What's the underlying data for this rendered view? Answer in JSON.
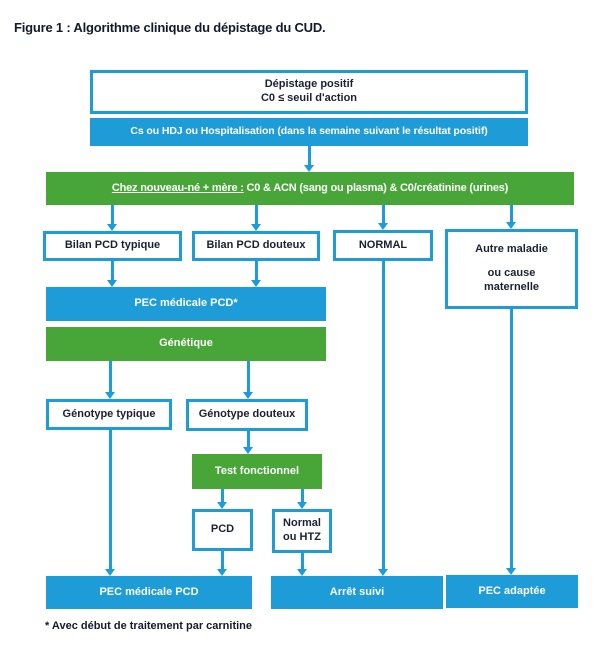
{
  "figure": {
    "title": "Figure 1 : Algorithme clinique du dépistage du CUD.",
    "footnote": "* Avec début de traitement par carnitine"
  },
  "colors": {
    "accent_blue": "#1e9cd8",
    "accent_green": "#48a639",
    "text_dark": "#1b2130"
  },
  "nodes": {
    "screening": {
      "line1": "Dépistage positif",
      "line2": "C0 ≤ seuil d'action"
    },
    "consult": "Cs ou HDJ ou Hospitalisation (dans la semaine suivant le résultat positif)",
    "assess": {
      "underlined": "Chez nouveau-né + mère :",
      "rest": " C0 & ACN (sang ou plasma) & C0/créatinine (urines)"
    },
    "bilan_typique": "Bilan PCD typique",
    "bilan_douteux": "Bilan PCD douteux",
    "normal": "NORMAL",
    "autre": {
      "line1": "Autre maladie",
      "line2": "ou cause",
      "line3": "maternelle"
    },
    "pec_medicale_star": "PEC médicale PCD*",
    "genetique": "Génétique",
    "genotype_typique": "Génotype typique",
    "genotype_douteux": "Génotype douteux",
    "test_fonctionnel": "Test fonctionnel",
    "pcd": "PCD",
    "normal_htz": {
      "line1": "Normal",
      "line2": "ou HTZ"
    },
    "pec_medicale": "PEC médicale PCD",
    "arret_suivi": "Arrêt suivi",
    "pec_adaptee": "PEC adaptée"
  }
}
